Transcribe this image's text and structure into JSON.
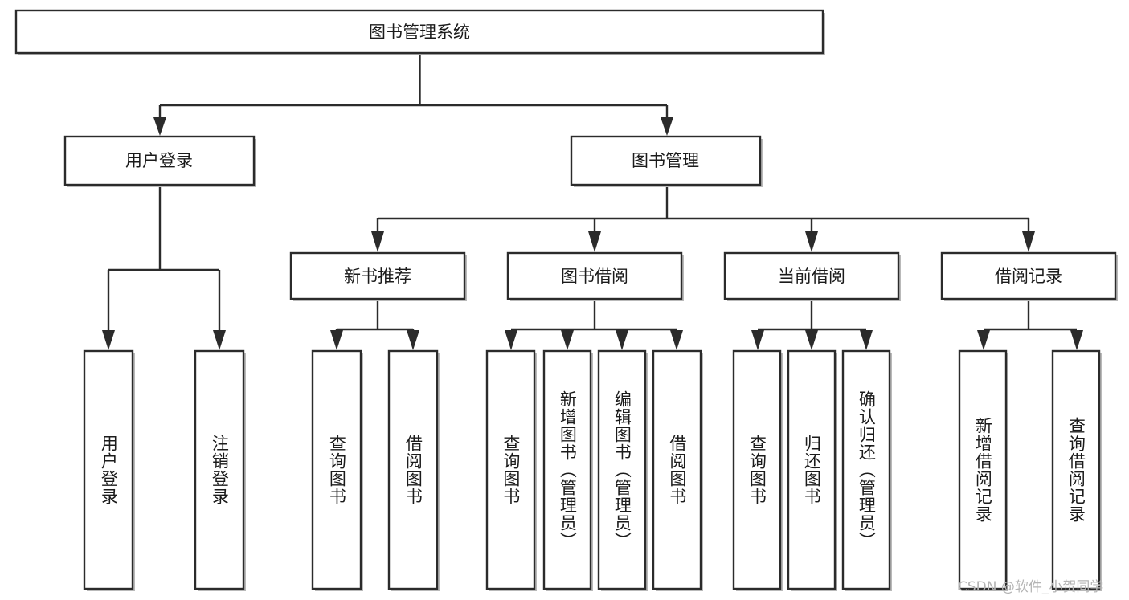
{
  "diagram": {
    "title": "图书管理系统",
    "type": "tree-hierarchy-diagram",
    "orientation": "top-down",
    "colors": {
      "box_stroke": "#2b2b2b",
      "box_fill": "#ffffff",
      "line": "#2b2b2b",
      "text": "#1b1b1b",
      "watermark": "#b4b4b4",
      "canvas": "#ffffff"
    },
    "root": {
      "id": "root",
      "label": "图书管理系统",
      "orientation": "horizontal"
    },
    "level2": [
      {
        "id": "user-login",
        "label": "用户登录",
        "orientation": "horizontal"
      },
      {
        "id": "book-manage",
        "label": "图书管理",
        "orientation": "horizontal"
      }
    ],
    "level3": [
      {
        "id": "new-book-recommend",
        "label": "新书推荐",
        "orientation": "horizontal",
        "parent": "book-manage"
      },
      {
        "id": "book-borrow",
        "label": "图书借阅",
        "orientation": "horizontal",
        "parent": "book-manage"
      },
      {
        "id": "current-borrow",
        "label": "当前借阅",
        "orientation": "horizontal",
        "parent": "book-manage"
      },
      {
        "id": "borrow-record",
        "label": "借阅记录",
        "orientation": "horizontal",
        "parent": "book-manage"
      }
    ],
    "leaves": [
      {
        "id": "leaf-user-login",
        "label": "用户登录",
        "orientation": "vertical",
        "parent": "user-login"
      },
      {
        "id": "leaf-logout-login",
        "label": "注销登录",
        "orientation": "vertical",
        "parent": "user-login"
      },
      {
        "id": "leaf-query-book-rec",
        "label": "查询图书",
        "orientation": "vertical",
        "parent": "new-book-recommend"
      },
      {
        "id": "leaf-borrow-book-rec",
        "label": "借阅图书",
        "orientation": "vertical",
        "parent": "new-book-recommend"
      },
      {
        "id": "leaf-query-book-bb",
        "label": "查询图书",
        "orientation": "vertical",
        "parent": "book-borrow"
      },
      {
        "id": "leaf-add-book-admin",
        "label": "新增图书（管理员）",
        "orientation": "vertical",
        "parent": "book-borrow"
      },
      {
        "id": "leaf-edit-book-admin",
        "label": "编辑图书（管理员）",
        "orientation": "vertical",
        "parent": "book-borrow"
      },
      {
        "id": "leaf-borrow-book-bb",
        "label": "借阅图书",
        "orientation": "vertical",
        "parent": "book-borrow"
      },
      {
        "id": "leaf-query-book-cb",
        "label": "查询图书",
        "orientation": "vertical",
        "parent": "current-borrow"
      },
      {
        "id": "leaf-return-book",
        "label": "归还图书",
        "orientation": "vertical",
        "parent": "current-borrow"
      },
      {
        "id": "leaf-confirm-return-admin",
        "label": "确认归还（管理员）",
        "orientation": "vertical",
        "parent": "current-borrow"
      },
      {
        "id": "leaf-add-borrow-record",
        "label": "新增借阅记录",
        "orientation": "vertical",
        "parent": "borrow-record"
      },
      {
        "id": "leaf-query-borrow-record",
        "label": "查询借阅记录",
        "orientation": "vertical",
        "parent": "borrow-record"
      }
    ],
    "watermark": "CSDN @软件_小贺同学"
  }
}
